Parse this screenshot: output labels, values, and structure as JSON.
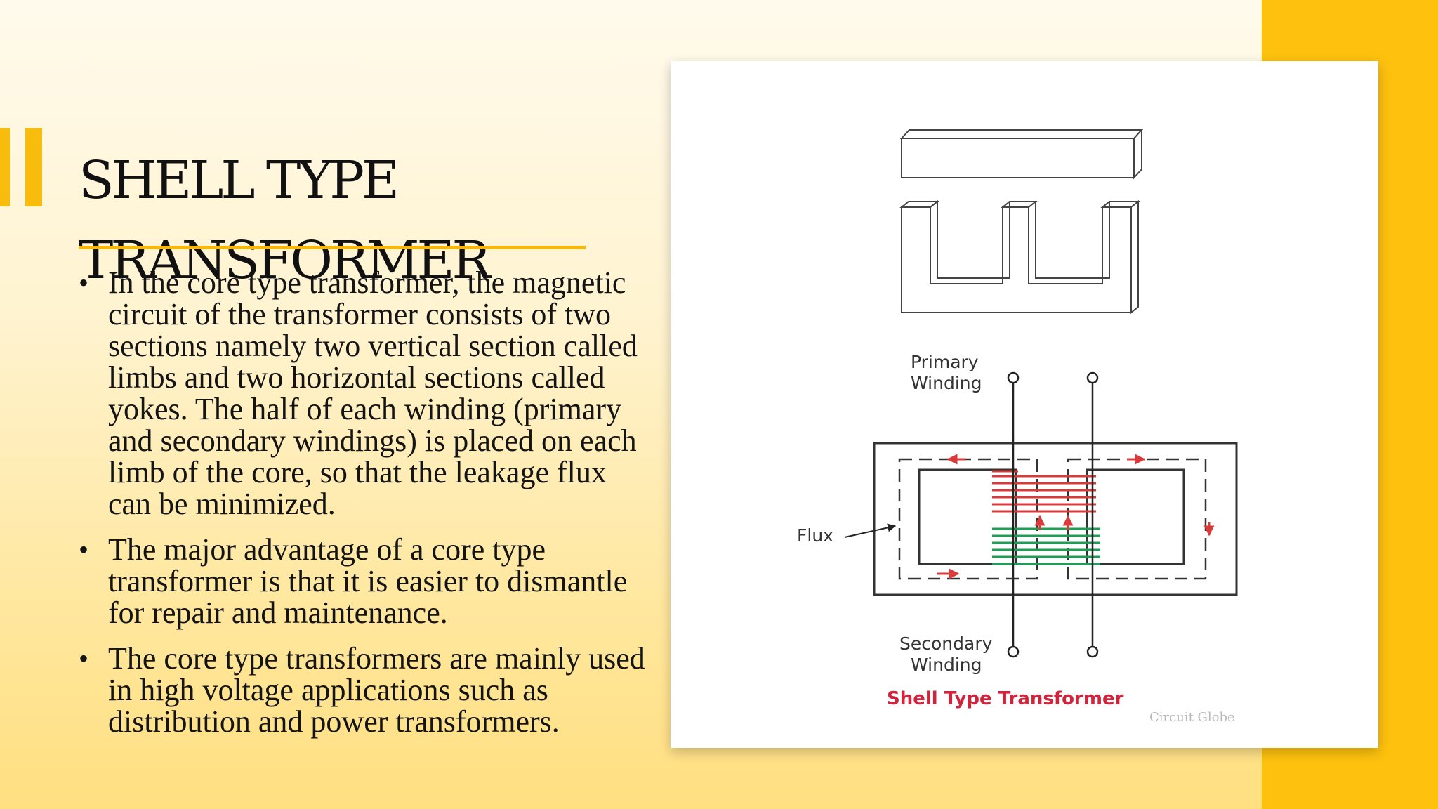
{
  "slide": {
    "title_lines": [
      "SHELL TYPE",
      "TRANSFORMER"
    ],
    "bullets": [
      "In the core type transformer, the magnetic circuit of the transformer consists of two sections namely two vertical section called limbs and two horizontal sections called yokes. The half of each winding (primary and secondary windings) is placed on each limb of the core, so that the leakage flux can be minimized.",
      "The major advantage of a core type transformer is that it is easier to dismantle for repair and maintenance.",
      "The core type transformers are mainly used in high voltage applications such as distribution and power transformers."
    ]
  },
  "figure": {
    "primary_label": [
      "Primary",
      "Winding"
    ],
    "secondary_label": [
      "Secondary",
      "Winding"
    ],
    "flux_label": "Flux",
    "caption": "Shell Type Transformer",
    "watermark": "Circuit Globe"
  },
  "colors": {
    "accent": "#fdc10e",
    "caption": "#d1233b",
    "primary_winding": "#d93a3a",
    "secondary_winding": "#1e9e55"
  }
}
